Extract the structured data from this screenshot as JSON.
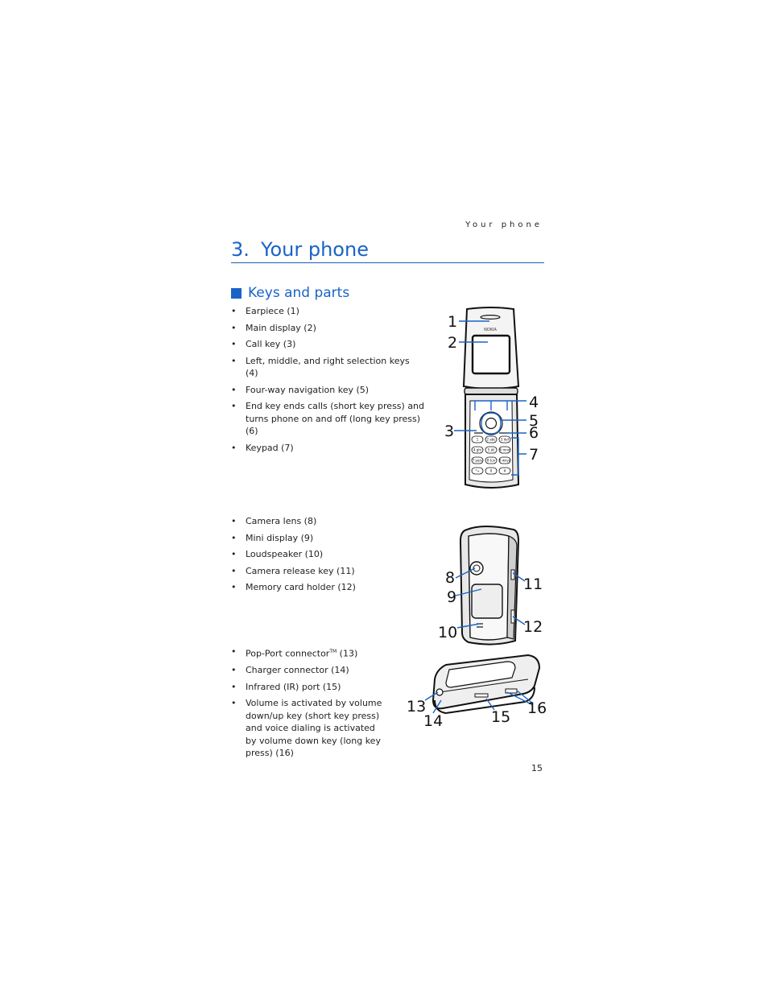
{
  "running_head": "Your phone",
  "chapter": {
    "number": "3.",
    "title": "Your phone"
  },
  "section": {
    "title": "Keys and parts"
  },
  "group1": [
    "Earpiece (1)",
    "Main display (2)",
    "Call key (3)",
    "Left, middle, and right selection keys (4)",
    "Four-way navigation key (5)",
    "End key ends calls (short key press) and turns phone on and off (long key press) (6)",
    "Keypad (7)"
  ],
  "group2": [
    "Camera lens (8)",
    "Mini display (9)",
    "Loudspeaker (10)",
    "Camera release key (11)",
    "Memory card holder (12)"
  ],
  "group3": {
    "popport_text": "Pop-Port connector",
    "popport_sup": "TM",
    "popport_suffix": " (13)",
    "items": [
      "Charger connector (14)",
      "Infrared (IR) port (15)",
      "Volume is activated by volume down/up key (short key press) and voice dialing is activated by volume down key (long key press) (16)"
    ]
  },
  "phone_brand": "NOKIA",
  "keypad_labels": [
    "1",
    "2 abc",
    "3 def",
    "4 ghi",
    "5 jkl",
    "6 mno",
    "7 pqrs",
    "8 tuv",
    "9 wxyz",
    "*+",
    "0",
    "#"
  ],
  "callouts": {
    "front": [
      "1",
      "2",
      "3",
      "4",
      "5",
      "6",
      "7"
    ],
    "back": [
      "8",
      "9",
      "10",
      "11",
      "12"
    ],
    "bottom": [
      "13",
      "14",
      "15",
      "16"
    ]
  },
  "page_number": "15",
  "colors": {
    "accent": "#1a63c6",
    "text": "#222222"
  }
}
